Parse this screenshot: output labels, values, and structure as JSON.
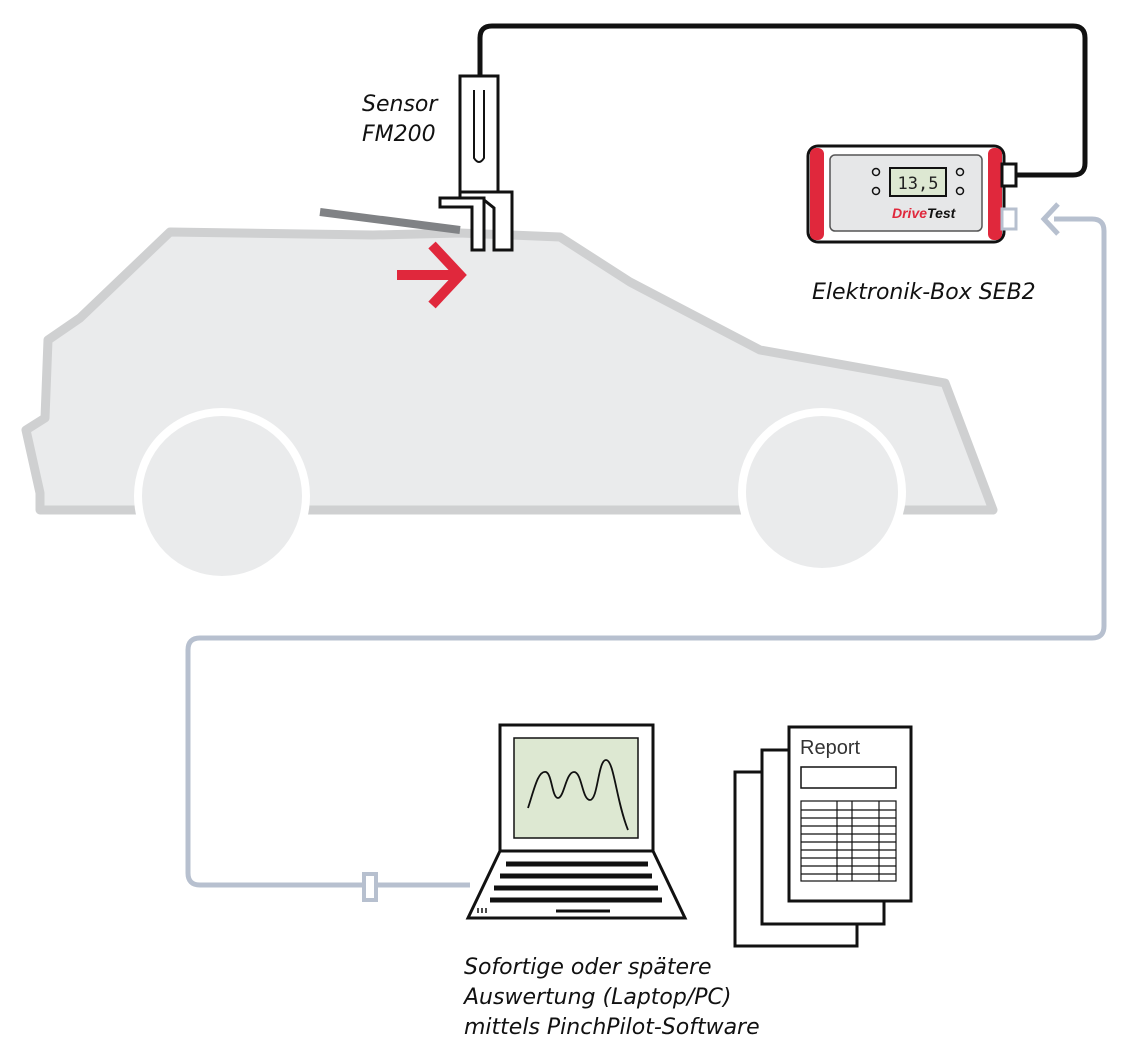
{
  "sensor_label": [
    "Sensor",
    "FM200"
  ],
  "box_label": "Elektronik-Box SEB2",
  "box_display_value": "13,5",
  "box_brand": {
    "part1": "Drive",
    "part2": "Test"
  },
  "report_title": "Report",
  "laptop_caption": [
    "Sofortige oder spätere",
    "Auswertung (Laptop/PC)",
    "mittels PinchPilot-Software"
  ],
  "colors": {
    "car_fill": "#eaebec",
    "car_outline": "#cfd0d1",
    "cable_dark": "#111111",
    "cable_light": "#b7c0cf",
    "accent_red": "#e0283c",
    "screen_green": "#dde8d2"
  }
}
